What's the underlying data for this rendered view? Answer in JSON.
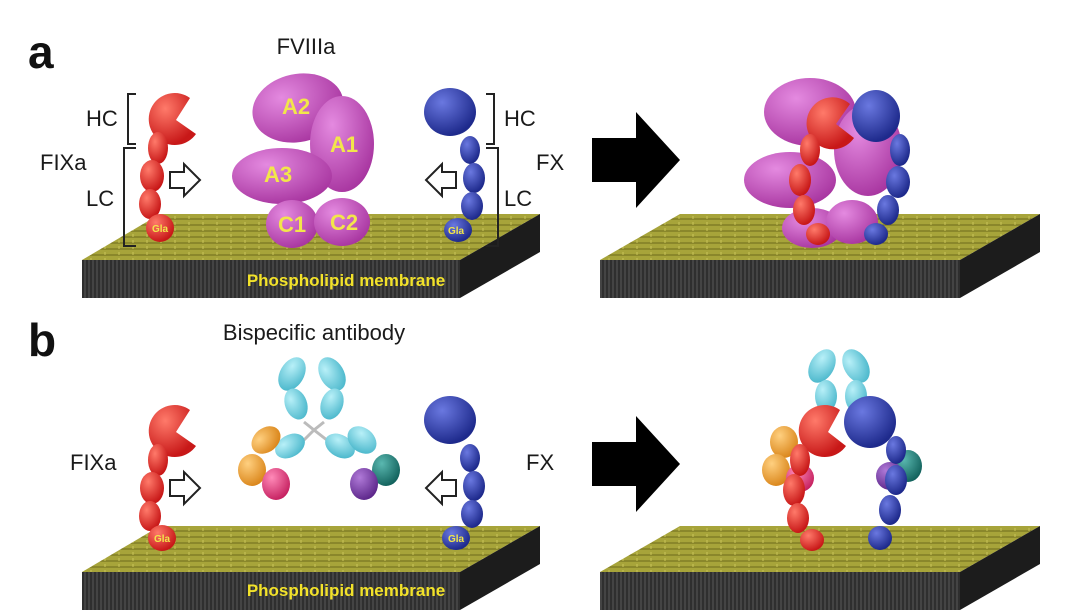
{
  "panels": [
    {
      "letter": "a",
      "title": "FVIIIa"
    },
    {
      "letter": "b",
      "title": "Bispecific antibody"
    }
  ],
  "labels": {
    "fixa": "FIXa",
    "fx": "FX",
    "hc": "HC",
    "lc": "LC",
    "gla": "Gla",
    "membrane": "Phospholipid membrane"
  },
  "fviiia_domains": [
    "A1",
    "A2",
    "A3",
    "C1",
    "C2"
  ],
  "colors": {
    "fixa": "#e52a2a",
    "fx": "#2b3aa8",
    "fviiia": "#c34fc0",
    "membrane_top": "#a8a83a",
    "membrane_side": "#3a3a3a",
    "domain_text": "#f2e64a",
    "ab_cyan": "#6fd0e0",
    "ab_orange": "#f0a030",
    "ab_pink": "#e23a7a",
    "ab_purple": "#7a3aa8",
    "ab_teal": "#1f7f7a"
  },
  "icons": [
    "open-arrow-right-icon",
    "open-arrow-left-icon",
    "black-arrow-right-icon"
  ]
}
